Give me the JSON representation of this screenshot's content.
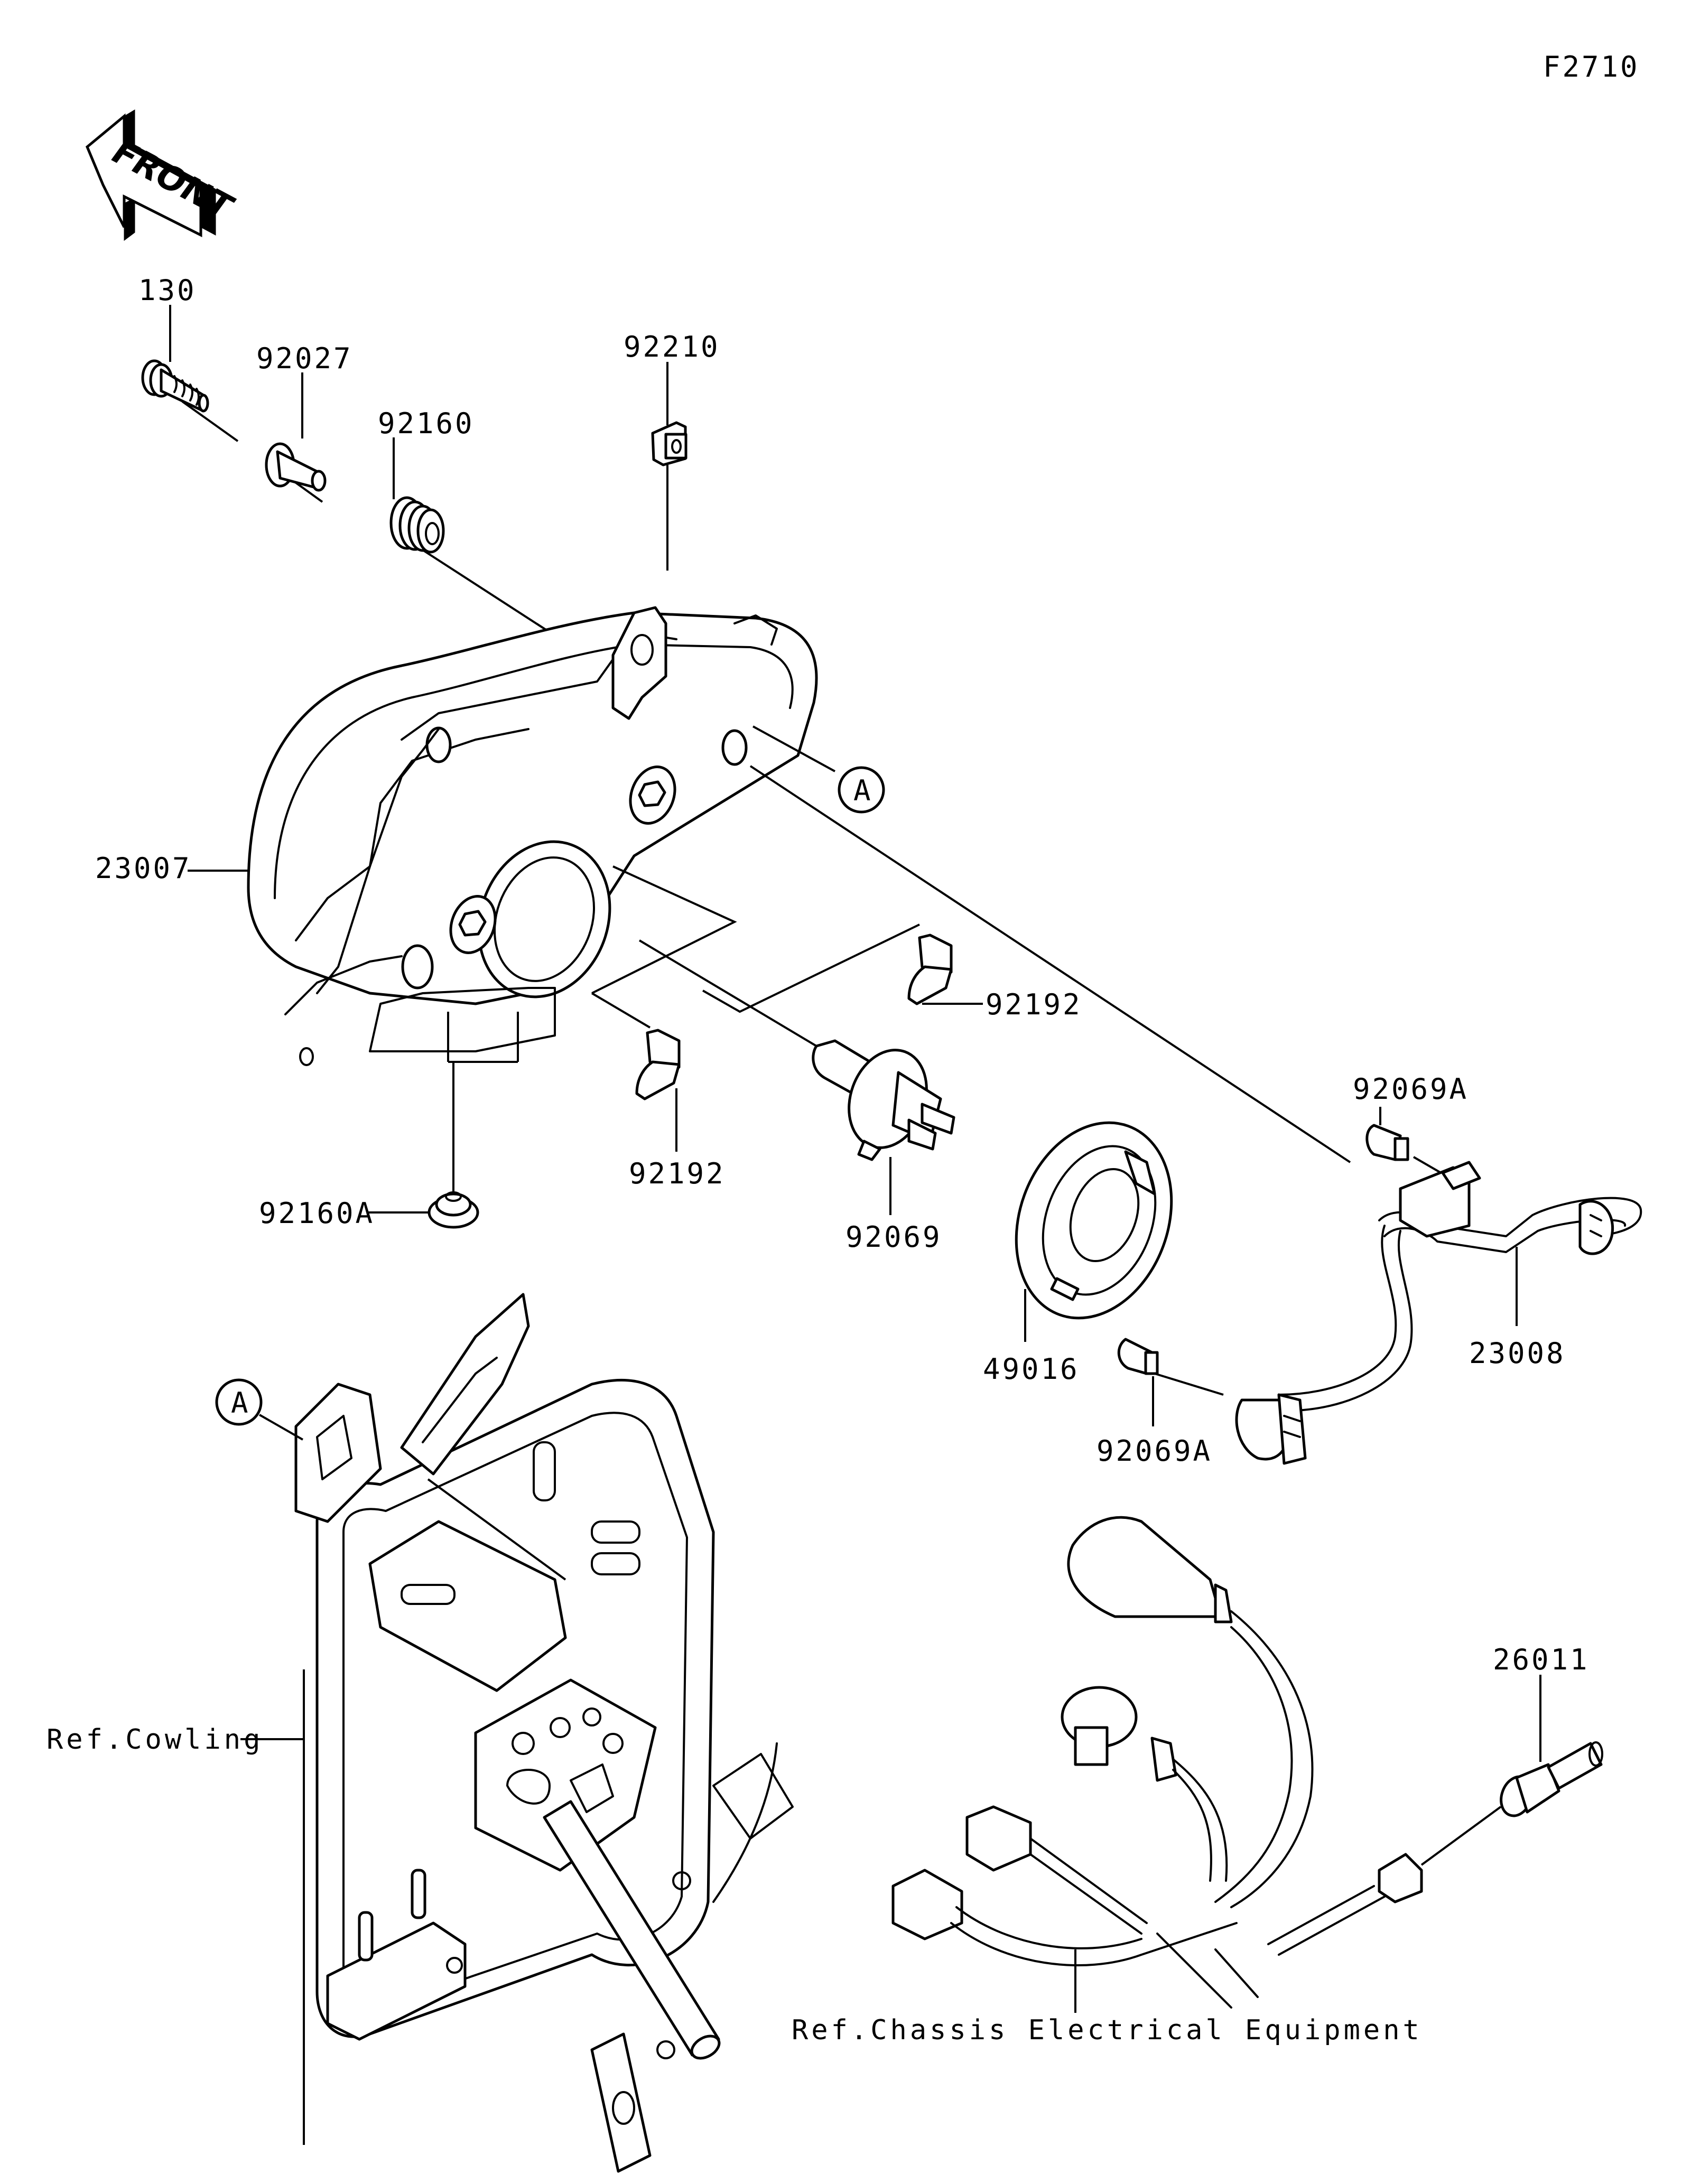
{
  "diagram": {
    "code": "F2710",
    "front_label": "FRONT",
    "reference_marker": "A",
    "parts": [
      {
        "id": "130",
        "label": "130",
        "description": "bolt"
      },
      {
        "id": "92027",
        "label": "92027",
        "description": "collar"
      },
      {
        "id": "92160",
        "label": "92160",
        "description": "damper"
      },
      {
        "id": "92210",
        "label": "92210",
        "description": "clip nut"
      },
      {
        "id": "23007",
        "label": "23007",
        "description": "headlamp assembly"
      },
      {
        "id": "92192a",
        "label": "92192",
        "description": "cap"
      },
      {
        "id": "92192b",
        "label": "92192",
        "description": "cap"
      },
      {
        "id": "92069",
        "label": "92069",
        "description": "headlight bulb"
      },
      {
        "id": "92160A",
        "label": "92160A",
        "description": "damper"
      },
      {
        "id": "49016",
        "label": "49016",
        "description": "bulb cover"
      },
      {
        "id": "92069A_1",
        "label": "92069A",
        "description": "position bulb"
      },
      {
        "id": "92069A_2",
        "label": "92069A",
        "description": "position bulb"
      },
      {
        "id": "23008",
        "label": "23008",
        "description": "socket harness"
      },
      {
        "id": "26011",
        "label": "26011",
        "description": "connector"
      }
    ],
    "references": [
      {
        "label": "Ref.Cowling"
      },
      {
        "label": "Ref.Chassis Electrical Equipment"
      }
    ]
  }
}
